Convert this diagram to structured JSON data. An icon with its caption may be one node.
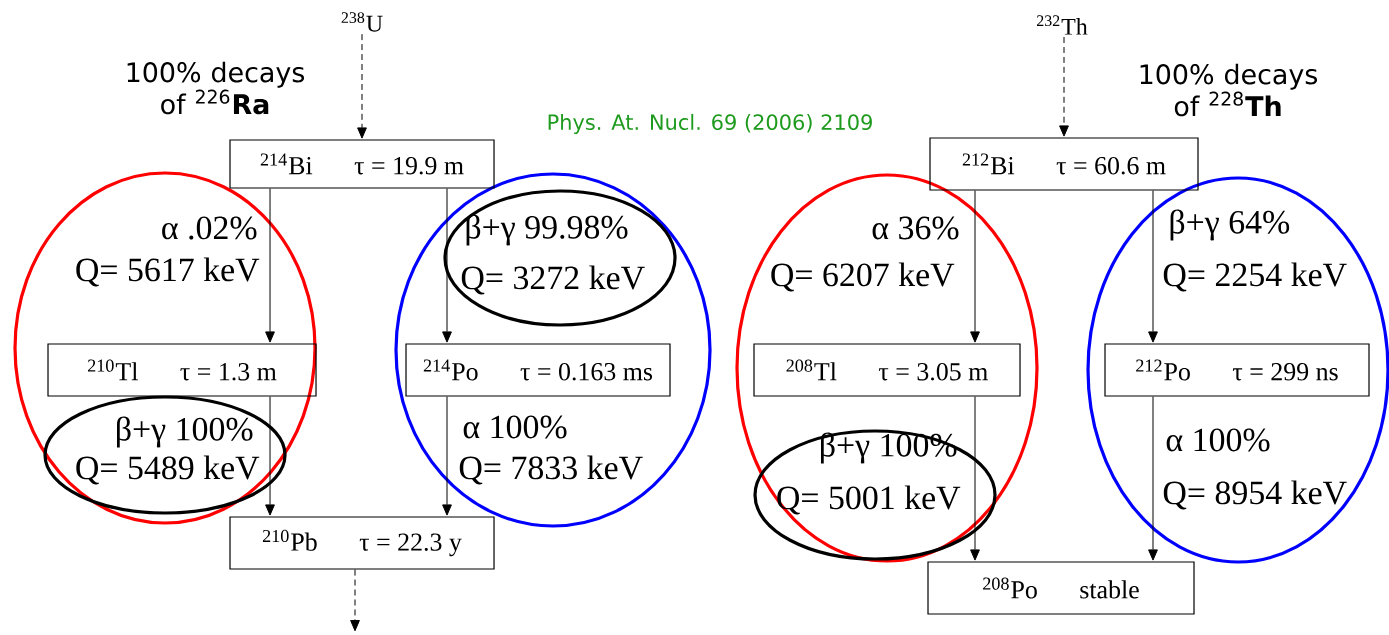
{
  "diagram": {
    "nodes": [
      {
        "text": [
          "$^{238}$U"
        ]
      },
      {
        "text": [
          "$^{214}$Bi",
          "τ = 19.9 m"
        ]
      },
      {
        "text": [
          "$^{210}$Tl",
          "τ = 1.3 m"
        ]
      },
      {
        "text": [
          "$^{214}$Po",
          "τ = 0.163 ms"
        ]
      },
      {
        "text": [
          "$^{210}$Pb",
          "τ = 22.3 y"
        ]
      },
      {
        "text": [
          "$^{232}$Th"
        ]
      },
      {
        "text": [
          "$^{212}$Bi",
          "τ = 60.6 m"
        ]
      },
      {
        "text": [
          "$^{208}$Tl",
          "τ = 3.05 m"
        ]
      },
      {
        "text": [
          "$^{212}$Po",
          "τ = 299 ns"
        ]
      },
      {
        "text": [
          "$^{208}$Po",
          "stable"
        ]
      }
    ],
    "edges": [
      {
        "from": 0,
        "to": 1,
        "arrow": "to",
        "style": "dashed"
      },
      {
        "from": 1,
        "to": 2,
        "arrow": "to"
      },
      {
        "from": 1,
        "to": 3,
        "arrow": "to"
      },
      {
        "from": 2,
        "to": 4,
        "arrow": "to"
      },
      {
        "from": 3,
        "to": 4,
        "arrow": "to"
      },
      {
        "from": 4,
        "to": null,
        "arrow": "to",
        "style": "dashed"
      },
      {
        "from": 5,
        "to": 6,
        "arrow": "to",
        "style": "dashed"
      },
      {
        "from": 6,
        "to": 7,
        "arrow": "to"
      },
      {
        "from": 6,
        "to": 8,
        "arrow": "to"
      },
      {
        "from": 7,
        "to": 9,
        "arrow": "to"
      },
      {
        "from": 8,
        "to": 9,
        "arrow": "to"
      }
    ],
    "labels": [
      "100% decays of $^{226}$**Ra**",
      "Phys. At. Nucl. 69 (2006) 2109",
      "100% decays of $^{228}$**Th**",
      "α .02%",
      "Q= 5617 keV",
      "β+γ 99.98%",
      "Q= 3272 keV",
      "β+γ 100%",
      "Q= 5489 keV",
      "α 100%",
      "Q= 7833 keV",
      "α 36%",
      "Q= 6207 keV",
      "β+γ 64%",
      "Q= 2254 keV",
      "β+γ 100%",
      "Q= 5001 keV",
      "α 100%",
      "Q= 8954 keV"
    ]
  }
}
